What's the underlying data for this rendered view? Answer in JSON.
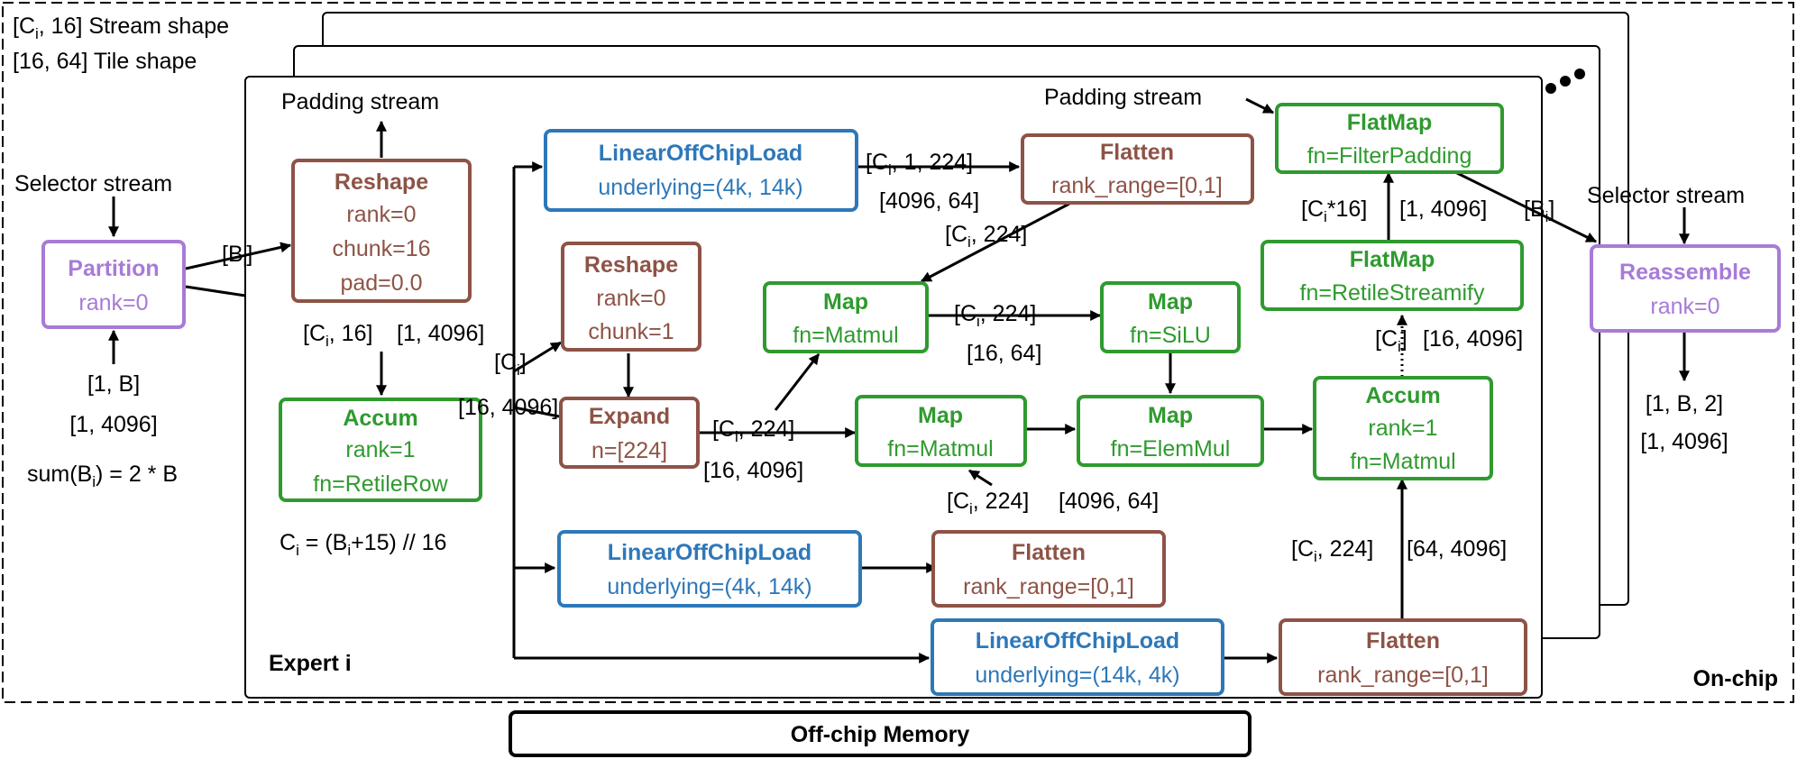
{
  "legend": {
    "stream_shape": "Stream shape",
    "tile_shape": "Tile shape",
    "stream_shape_value": "[C",
    "stream_shape_value_sub": "i",
    "stream_shape_value_end": ", 16]",
    "tile_shape_value": "[16, 64]"
  },
  "labels": {
    "onchip": "On-chip",
    "offchip": "Off-chip Memory",
    "expert": "Expert i",
    "padding_stream_1": "Padding stream",
    "padding_stream_2": "Padding stream",
    "selector_stream_1": "Selector stream",
    "selector_stream_2": "Selector stream",
    "ci_formula_a": "C",
    "ci_formula_sub1": "i",
    "ci_formula_b": " = (B",
    "ci_formula_sub2": "i",
    "ci_formula_c": "+15) // 16",
    "sum_a": "sum(B",
    "sum_sub": "i",
    "sum_b": ") = 2 * B",
    "in_shape": "[1, B]",
    "in_tile": "[1, 4096]",
    "out_shape": "[1, B, 2]",
    "out_tile": "[1, 4096]",
    "ci16_a": "[C",
    "ci16_sub": "i",
    "ci16_b": ", 16]",
    "tile_1_4096": "[1, 4096]",
    "ci_1_224_a": "[C",
    "ci_1_224_sub": "i",
    "ci_1_224_b": ", 1, 224]",
    "tile_4096_64": "[4096, 64]",
    "ci224_flat_a": "[C",
    "ci224_flat_sub": "i",
    "ci224_flat_b": ", 224]",
    "ci224_mid_a": "[C",
    "ci224_mid_sub": "i",
    "ci224_mid_b": ", 224]",
    "tile_16_64": "[16, 64]",
    "ci224_exp_a": "[C",
    "ci224_exp_sub": "i",
    "ci224_exp_b": ", 224]",
    "tile_16_4096_exp": "[16, 4096]",
    "ci_mid_a": "[C",
    "ci_mid_sub": "i",
    "ci_mid_b": "]",
    "tile_16_4096_mid": "[16, 4096]",
    "ci224_bot_a": "[C",
    "ci224_bot_sub": "i",
    "ci224_bot_b": ", 224]",
    "tile_4096_64_bot": "[4096, 64]",
    "ci224_right_a": "[C",
    "ci224_right_sub": "i",
    "ci224_right_b": ", 224]",
    "tile_64_4096": "[64, 4096]",
    "ci_right_a": "[C",
    "ci_right_sub": "i",
    "ci_right_b": "]",
    "tile_16_4096_right": "[16, 4096]",
    "ci16x_a": "[C",
    "ci16x_sub": "i",
    "ci16x_b": "*16]",
    "tile_1_4096_right": "[1, 4096]",
    "bi_left_a": "[B",
    "bi_left_sub": "i",
    "bi_left_b": "]",
    "bi_right_a": "[B",
    "bi_right_sub": "i",
    "bi_right_b": "]"
  },
  "nodes": {
    "partition": {
      "title": "Partition",
      "line1": "rank=0"
    },
    "reshape1": {
      "title": "Reshape",
      "line1": "rank=0",
      "line2": "chunk=16",
      "line3": "pad=0.0"
    },
    "accum1": {
      "title": "Accum",
      "line1": "rank=1",
      "line2": "fn=RetileRow"
    },
    "load1": {
      "title": "LinearOffChipLoad",
      "line1": "underlying=(4k, 14k)"
    },
    "flatten1": {
      "title": "Flatten",
      "line1": "rank_range=[0,1]"
    },
    "reshape2": {
      "title": "Reshape",
      "line1": "rank=0",
      "line2": "chunk=1"
    },
    "expand": {
      "title": "Expand",
      "line1": "n=[224]"
    },
    "map_matmul1": {
      "title": "Map",
      "line1": "fn=Matmul"
    },
    "map_silu": {
      "title": "Map",
      "line1": "fn=SiLU"
    },
    "map_matmul2": {
      "title": "Map",
      "line1": "fn=Matmul"
    },
    "map_elemmul": {
      "title": "Map",
      "line1": "fn=ElemMul"
    },
    "accum2": {
      "title": "Accum",
      "line1": "rank=1",
      "line2": "fn=Matmul"
    },
    "flatmap1": {
      "title": "FlatMap",
      "line1": "fn=FilterPadding"
    },
    "flatmap2": {
      "title": "FlatMap",
      "line1": "fn=RetileStreamify"
    },
    "reassemble": {
      "title": "Reassemble",
      "line1": "rank=0"
    },
    "load2": {
      "title": "LinearOffChipLoad",
      "line1": "underlying=(4k, 14k)"
    },
    "flatten2": {
      "title": "Flatten",
      "line1": "rank_range=[0,1]"
    },
    "load3": {
      "title": "LinearOffChipLoad",
      "line1": "underlying=(14k, 4k)"
    },
    "flatten3": {
      "title": "Flatten",
      "line1": "rank_range=[0,1]"
    }
  },
  "colors": {
    "purple": "#a87bd6",
    "green": "#2f9a2f",
    "brown": "#8d5346",
    "blue": "#2e78b9"
  }
}
